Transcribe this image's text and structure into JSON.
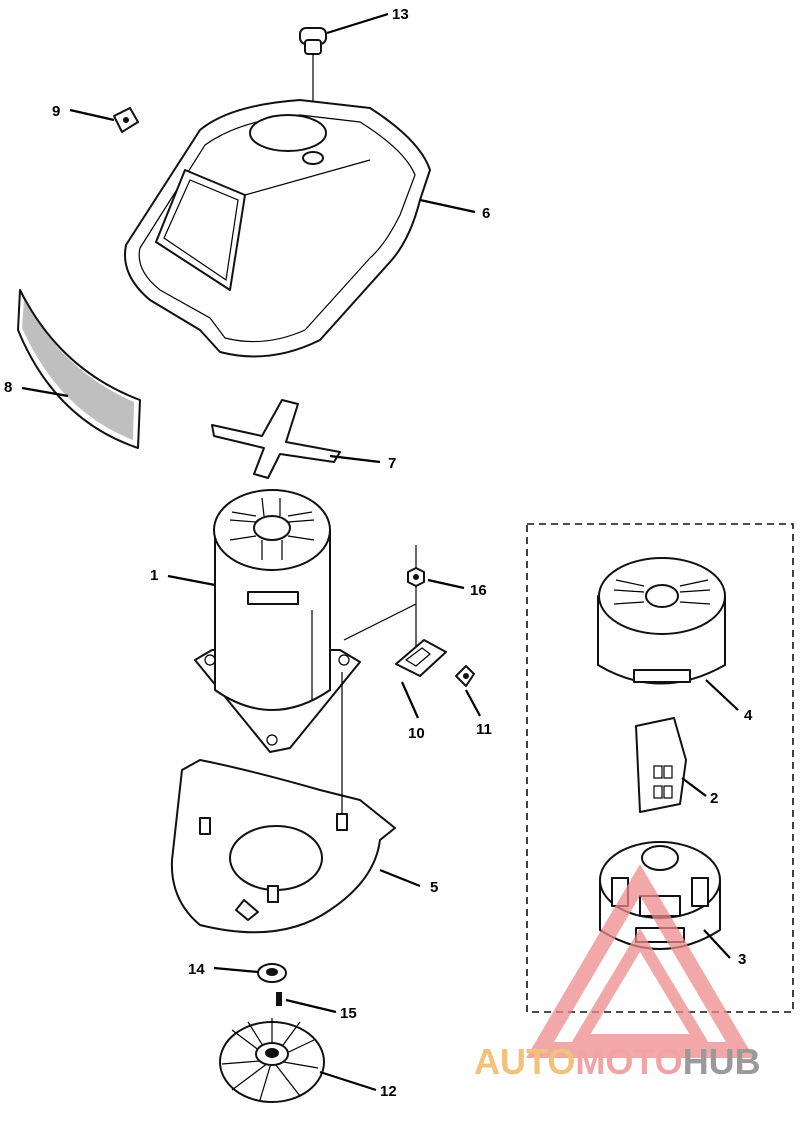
{
  "callouts": [
    "13",
    "9",
    "6",
    "8",
    "7",
    "1",
    "16",
    "10",
    "11",
    "4",
    "2",
    "3",
    "5",
    "14",
    "15",
    "12"
  ],
  "watermark": {
    "part_a": "AUTO",
    "part_b": "MOTO",
    "part_c": "HUB",
    "color_a": "#f3c27a",
    "color_b": "#f2a3a3",
    "color_c": "#9a9a9a",
    "logo_color": "#ee8b8b"
  }
}
